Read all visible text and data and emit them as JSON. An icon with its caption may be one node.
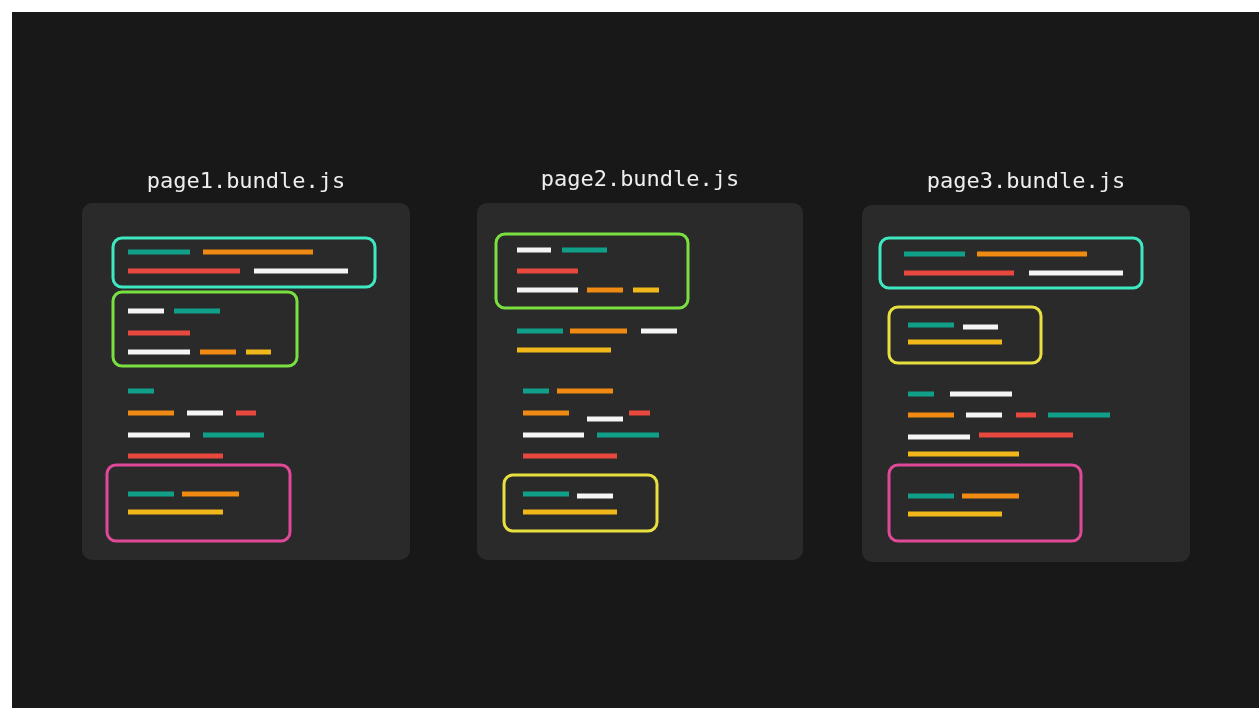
{
  "diagram": {
    "nodes": [
      {
        "text": [
          "page1.bundle.js"
        ]
      },
      {
        "text": [
          "page2.bundle.js"
        ]
      },
      {
        "text": [
          "page3.bundle.js"
        ]
      }
    ]
  }
}
